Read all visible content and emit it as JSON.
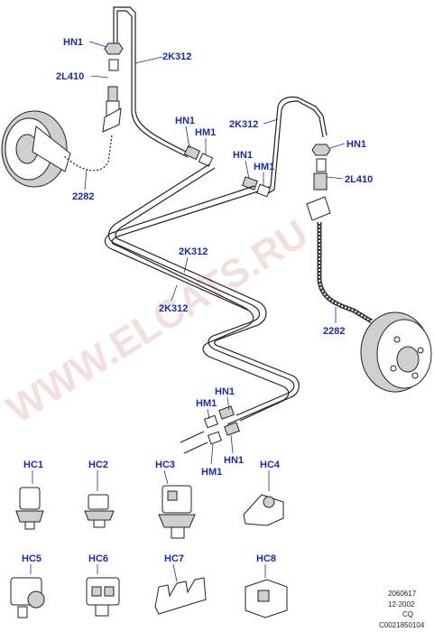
{
  "watermark": "WWW.ELCATS.RU",
  "labels": {
    "hn1_top_left": "HN1",
    "l2410_left": "2L410",
    "k2312_top": "2K312",
    "hn1_mid_a": "HN1",
    "hm1_mid_a": "HM1",
    "k2312_right": "2K312",
    "hn1_right": "HN1",
    "hn1_mid_b": "HN1",
    "hm1_mid_b": "HM1",
    "l2410_right": "2L410",
    "l2282_left": "2282",
    "k2312_center": "2K312",
    "k2312_center2": "2K312",
    "l2282_right": "2282",
    "hn1_bottom_a": "HN1",
    "hm1_bottom_a": "HM1",
    "hm1_bottom_b": "HM1",
    "hn1_bottom_b": "HN1"
  },
  "clips": [
    {
      "code": "HC1"
    },
    {
      "code": "HC2"
    },
    {
      "code": "HC3"
    },
    {
      "code": "HC4"
    },
    {
      "code": "HC5"
    },
    {
      "code": "HC6"
    },
    {
      "code": "HC7"
    },
    {
      "code": "HC8"
    }
  ],
  "footer": {
    "ref": "2060617",
    "date": "12-2002",
    "code": "CQ",
    "id": "C0021850104"
  }
}
